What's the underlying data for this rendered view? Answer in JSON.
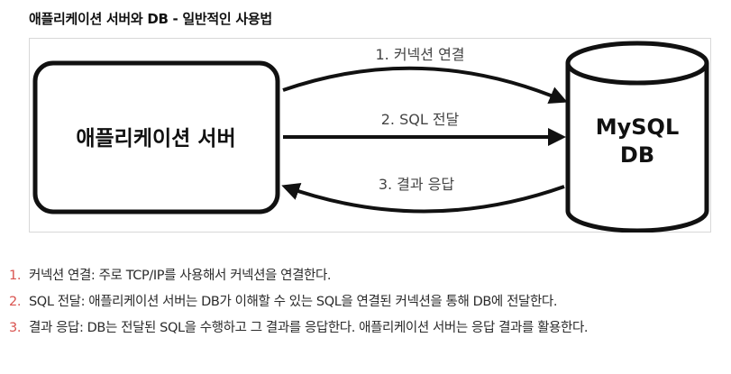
{
  "title": "애플리케이션 서버와 DB - 일반적인 사용법",
  "diagram": {
    "app_server_label": "애플리케이션 서버",
    "db_label_line1": "MySQL",
    "db_label_line2": "DB",
    "arrows": [
      {
        "label": "1. 커넥션 연결",
        "direction": "right"
      },
      {
        "label": "2. SQL 전달",
        "direction": "right"
      },
      {
        "label": "3. 결과 응답",
        "direction": "left"
      }
    ]
  },
  "steps": [
    {
      "num": "1.",
      "text": "커넥션 연결: 주로 TCP/IP를 사용해서 커넥션을 연결한다."
    },
    {
      "num": "2.",
      "text": "SQL 전달: 애플리케이션 서버는 DB가 이해할 수 있는 SQL을 연결된 커넥션을 통해 DB에 전달한다."
    },
    {
      "num": "3.",
      "text": "결과 응답: DB는 전달된 SQL을 수행하고 그 결과를 응답한다. 애플리케이션 서버는 응답 결과를 활용한다."
    }
  ]
}
